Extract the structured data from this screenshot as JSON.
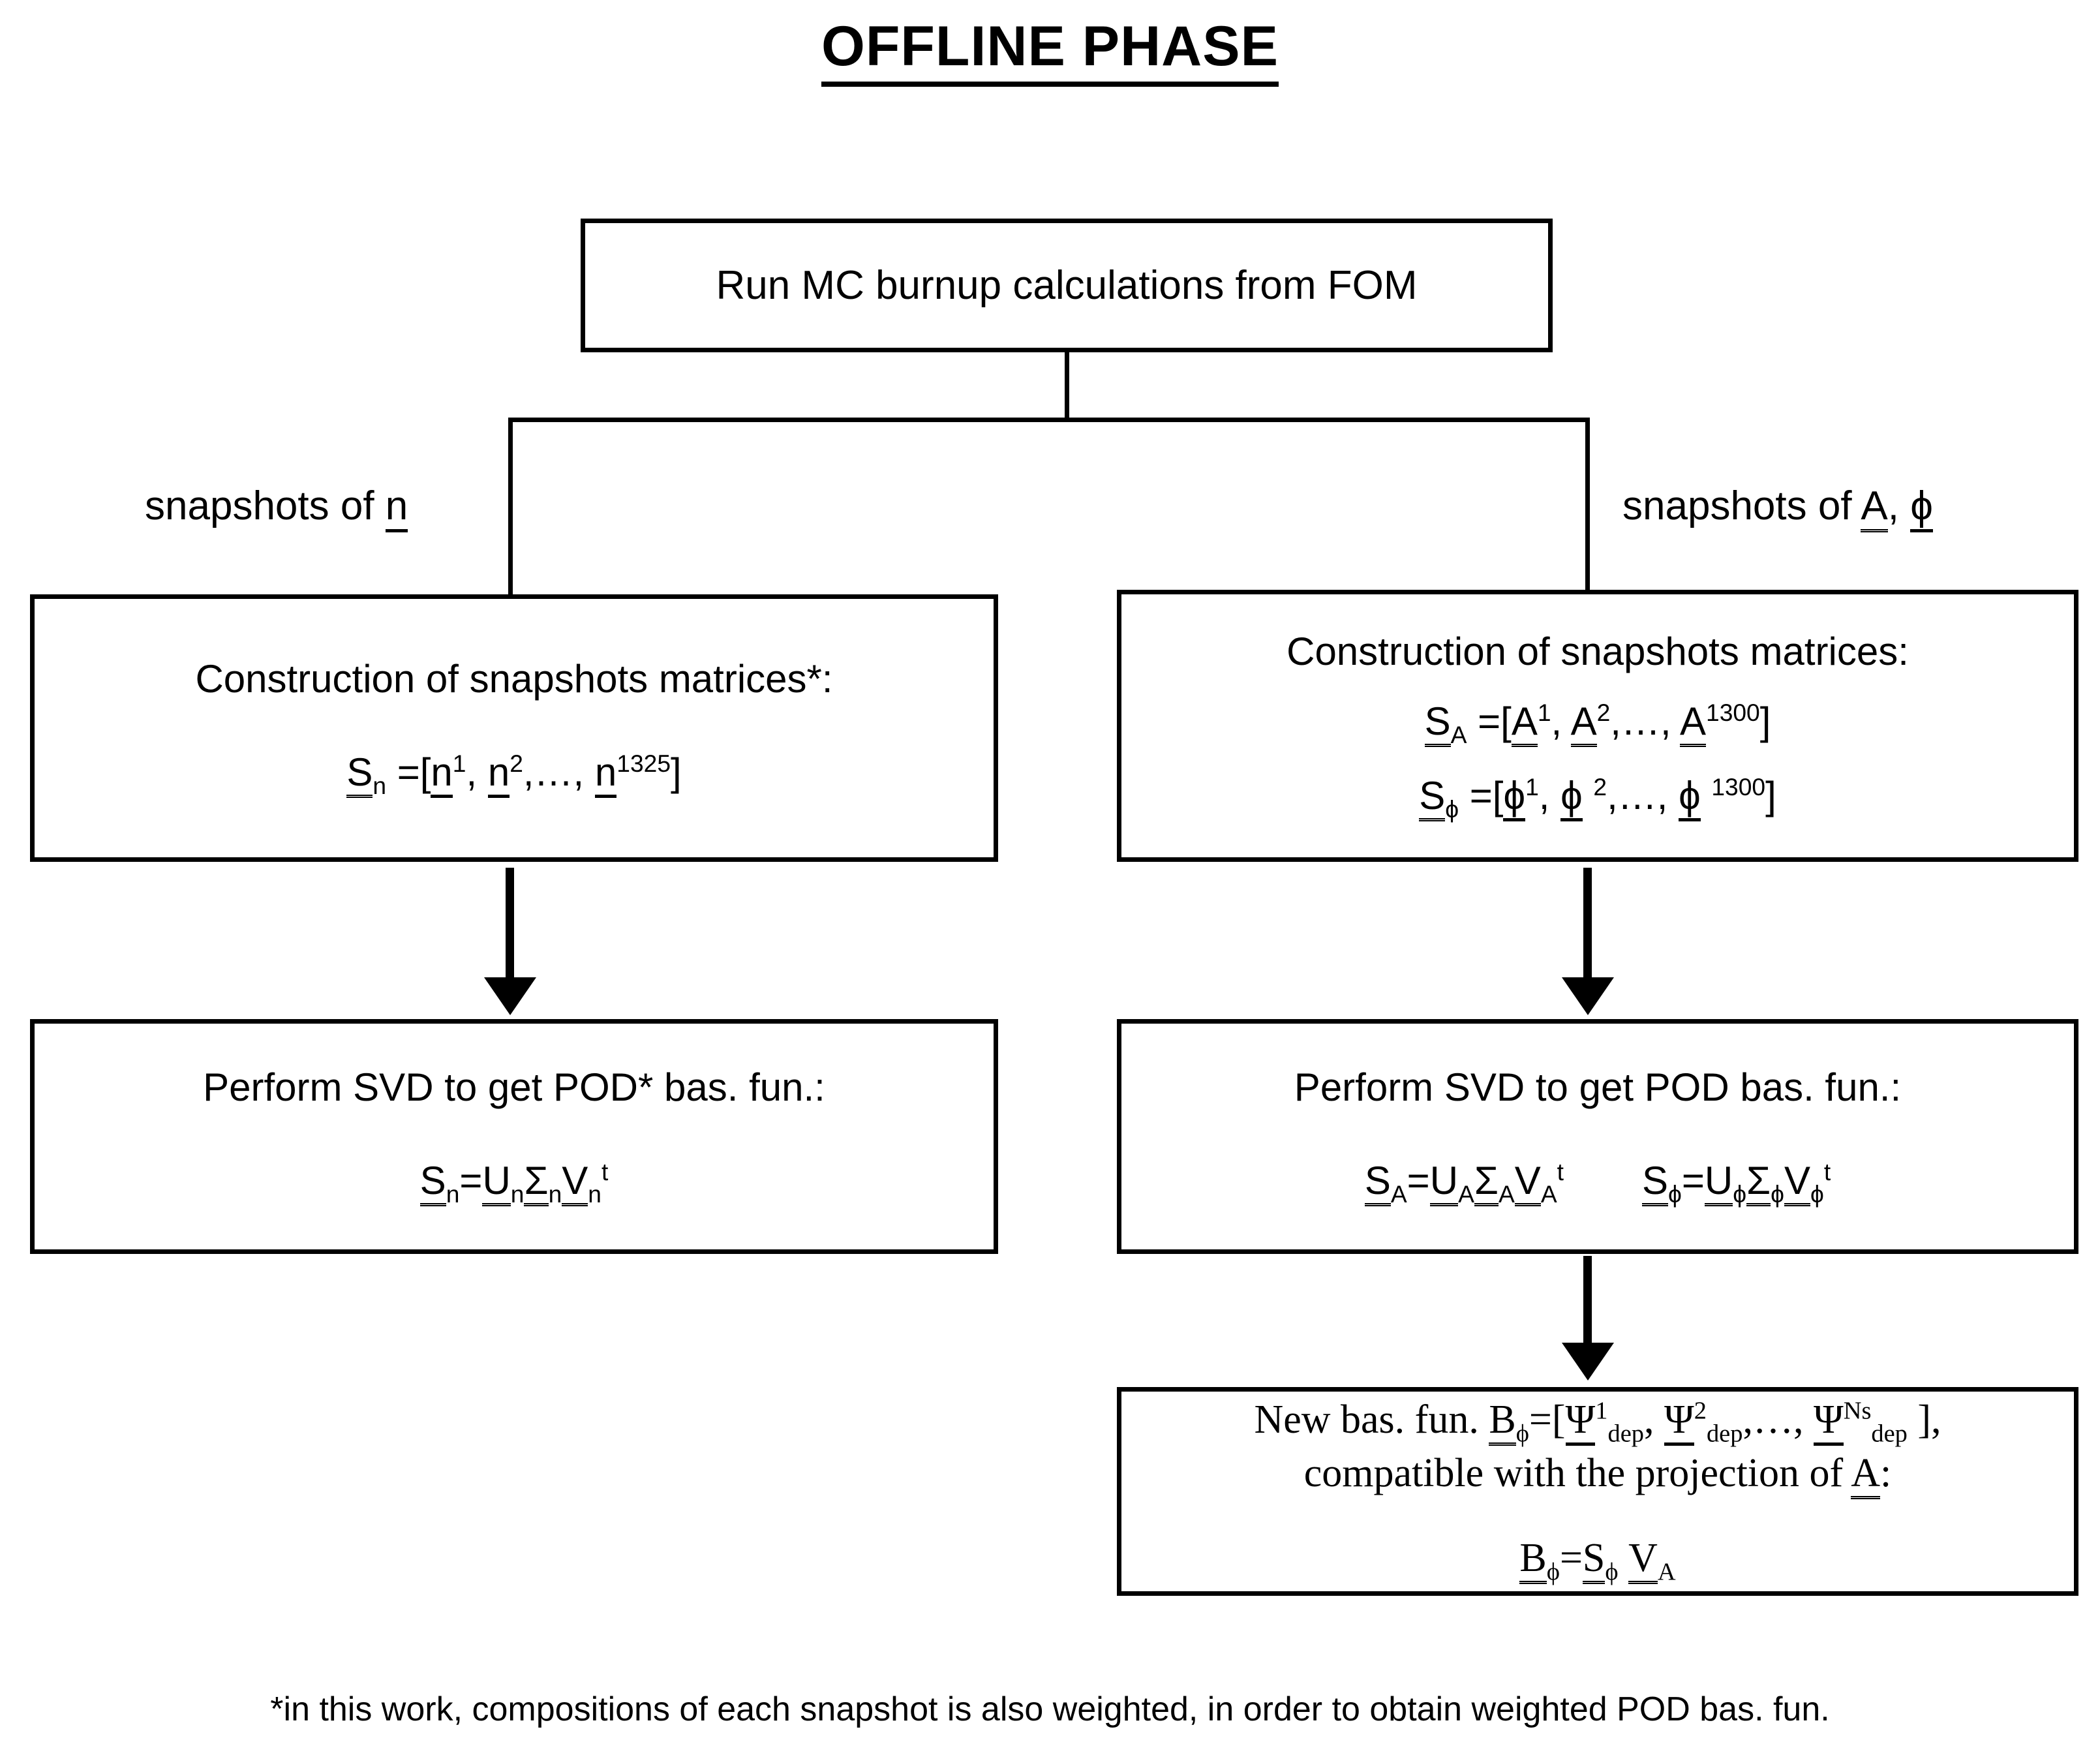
{
  "title": "OFFLINE PHASE",
  "boxes": {
    "top": {
      "line1": "Run MC burnup calculations from FOM"
    },
    "left_snapshots": {
      "line1": "Construction of snapshots matrices*:",
      "equation": "S̲n =[n̲1, n̲2,…, n̲1325]",
      "eq_parts": {
        "lhs": "S",
        "lhs_sub": "n",
        "rhs": "=[n1, n2,…, n1325]"
      }
    },
    "right_snapshots": {
      "line1": "Construction of snapshots matrices:",
      "equation_A": "S̲A =[A̲1, A̲2,…, A̲1300]",
      "equation_phi": "S̲ϕ =[ϕ1, ϕ 2,…, ϕ 1300]"
    },
    "left_svd": {
      "line1": "Perform SVD to get POD* bas. fun.:",
      "equation": "S̲n=U̲nΣ̲nV̲nt"
    },
    "right_svd": {
      "line1": "Perform SVD to get POD bas. fun.:",
      "equation_A": "S̲A=U̲AΣ̲AV̲At",
      "equation_phi": "S̲ϕ=U̲ϕΣ̲ϕV̲ϕt"
    },
    "new_basis": {
      "line1": "New bas. fun. B̲ϕ=[Ψ1dep, Ψ2dep,…, ΨNsdep ],",
      "line2": "compatible with the projection of A̲:",
      "equation": "B̲ϕ=S̲ϕ V̲A"
    }
  },
  "labels": {
    "left_branch": "snapshots of n",
    "right_branch": "snapshots of A, ϕ"
  },
  "footnote": "*in this work, compositions of each snapshot is also weighted, in order to obtain weighted POD bas. fun.",
  "symbols": {
    "S": "S",
    "U": "U",
    "Sigma": "Σ",
    "V": "V",
    "B": "B",
    "A": "A",
    "phi": "ϕ",
    "psi": "Ψ",
    "n": "n",
    "sub_n": "n",
    "sub_A": "A",
    "sub_phi": "ϕ",
    "sub_dep": "dep",
    "sup_t": "t",
    "sup_1": "1",
    "sup_2": "2",
    "sup_Ns": "Ns",
    "sup_1325": "1325",
    "sup_1300": "1300",
    "ellipsis": ",…,",
    "eq": "=",
    "open_bracket": "[",
    "close_bracket": "]",
    "comma": ","
  },
  "colors": {
    "stroke": "#000000",
    "background": "#ffffff",
    "text": "#000000"
  }
}
